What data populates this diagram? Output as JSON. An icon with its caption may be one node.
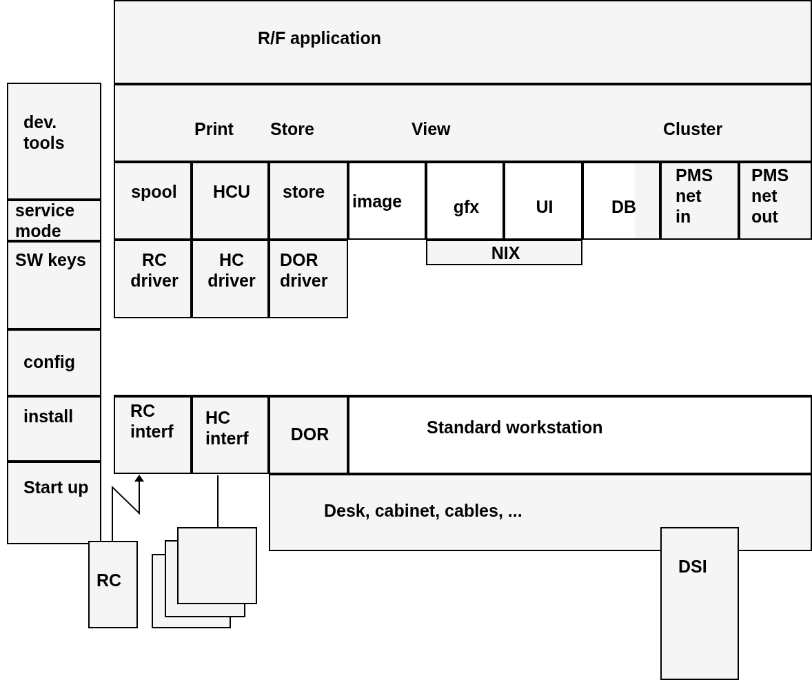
{
  "diagram": {
    "nodes": [
      {
        "text": [
          "R/F application"
        ]
      },
      {
        "text": [
          "dev. tools"
        ]
      },
      {
        "text": [
          "Print",
          "Store",
          "View",
          "Cluster"
        ]
      },
      {
        "text": [
          "spool"
        ]
      },
      {
        "text": [
          "HCU"
        ]
      },
      {
        "text": [
          "store"
        ]
      },
      {
        "text": [
          "image"
        ]
      },
      {
        "text": [
          "gfx"
        ]
      },
      {
        "text": [
          "UI"
        ]
      },
      {
        "text": [
          "DB"
        ]
      },
      {
        "text": [
          "PMS net in"
        ]
      },
      {
        "text": [
          "PMS net out"
        ]
      },
      {
        "text": [
          "service mode"
        ]
      },
      {
        "text": [
          "RC driver"
        ],
        "in": 17
      },
      {
        "text": [
          "HC driver"
        ],
        "in": 17
      },
      {
        "text": [
          "DOR driver"
        ],
        "in": 17
      },
      {
        "text": [
          "NIX"
        ],
        "in": 17
      },
      {
        "text": [],
        "shape": "box"
      },
      {
        "text": [
          "SW keys"
        ]
      },
      {
        "text": [
          "config"
        ]
      },
      {
        "text": [
          "install"
        ]
      },
      {
        "text": [
          "RC interf"
        ]
      },
      {
        "text": [
          "HC interf"
        ]
      },
      {
        "text": [
          "DOR"
        ]
      },
      {
        "text": [
          "Standard workstation"
        ]
      },
      {
        "text": [
          "Start up"
        ]
      },
      {
        "text": [
          "Desk, cabinet, cables, ..."
        ]
      },
      {
        "text": [
          "RC"
        ]
      },
      {
        "text": [],
        "shape": "box"
      },
      {
        "text": [
          "DSI"
        ]
      }
    ],
    "edges": [
      {
        "from": 27,
        "to": 21,
        "arrow": "to"
      },
      {
        "from": 28,
        "to": 22,
        "arrow": "none"
      }
    ]
  }
}
